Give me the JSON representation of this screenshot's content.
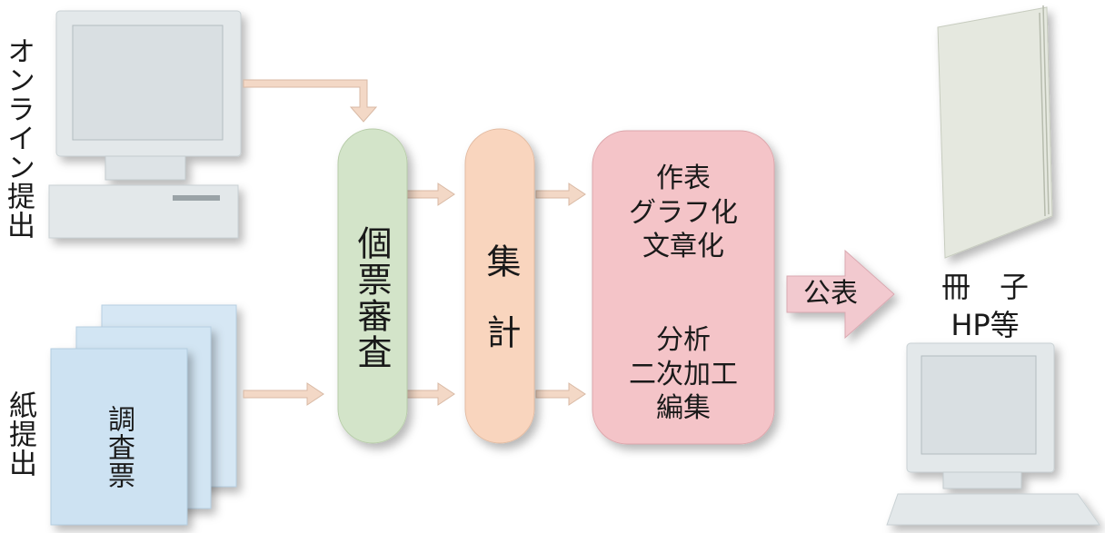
{
  "inputs": {
    "online_label": "オンライン提出",
    "paper_label": "紙提出",
    "paper_form_label": "調査票"
  },
  "stages": {
    "review_label": "個票審査",
    "aggregate_label": "集計",
    "outputs_top": [
      "作表",
      "グラフ化",
      "文章化"
    ],
    "outputs_bottom": [
      "分析",
      "二次加工",
      "編集"
    ],
    "publish_label": "公表"
  },
  "destinations": {
    "booklet_label": "冊　子",
    "hp_label": "HP等"
  },
  "colors": {
    "review_fill": "#d3e4c9",
    "aggregate_fill": "#f9d5be",
    "outputs_fill": "#f4c4c8",
    "publish_fill": "#f2c9cf",
    "arrow_fill": "#f3d8c6",
    "paper_fill": "#cfe3f2",
    "computer_fill": "#e3e8ea",
    "booklet_fill": "#e5e8df"
  }
}
